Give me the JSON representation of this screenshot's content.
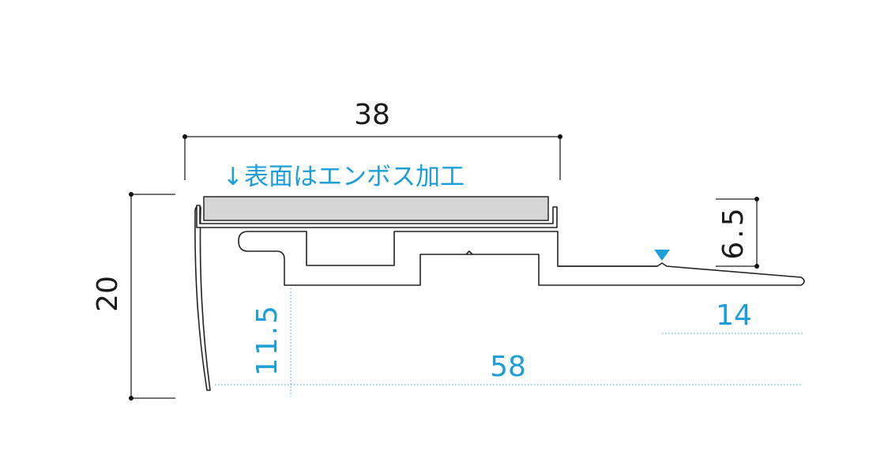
{
  "dimensions": {
    "top_width": "38",
    "height": "20",
    "nose_height": "11.5",
    "total_length": "58",
    "taper_length": "14",
    "side_height": "6.5"
  },
  "annotation": {
    "arrow_symbol": "↓",
    "surface_note": "表面はエンボス加工"
  },
  "colors": {
    "dimension_text": "#1a1a1a",
    "blue_dimension": "#1c9fd8",
    "insert_fill": "#d6d6d6",
    "outline": "#222222"
  }
}
